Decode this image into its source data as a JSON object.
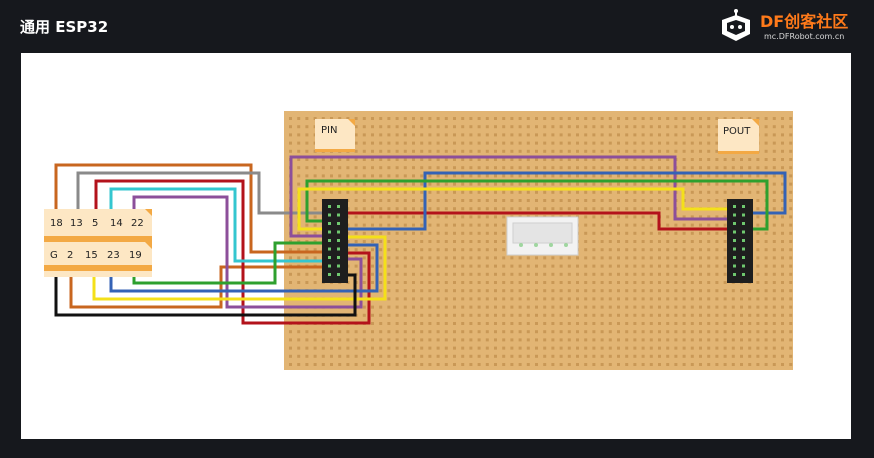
{
  "header": {
    "title": "通用 ESP32",
    "brand_name_latin": "DF",
    "brand_name_cn": "创客社区",
    "brand_url": "mc.DFRobot.com.cn"
  },
  "diagram": {
    "left_connector": {
      "top_row_labels": [
        "18",
        "13",
        "5",
        "14",
        "22"
      ],
      "bottom_row_labels": [
        "G",
        "2",
        "15",
        "23",
        "19"
      ]
    },
    "board_labels": {
      "pin": "PIN",
      "pout": "POUT"
    },
    "colors": {
      "stripboard": "#e2b574",
      "hole": "#c99856",
      "label_bg": "#fde7c4",
      "label_border": "#f3a944",
      "header_body": "#1e1e1e",
      "wire_orange": "#c8661f",
      "wire_gray": "#8a8a8a",
      "wire_red": "#b3121b",
      "wire_cyan": "#34c6cf",
      "wire_purple": "#8c4f9a",
      "wire_blue": "#3462b5",
      "wire_green": "#2ea02e",
      "wire_yellow": "#f4e01a",
      "wire_black": "#111111"
    }
  }
}
